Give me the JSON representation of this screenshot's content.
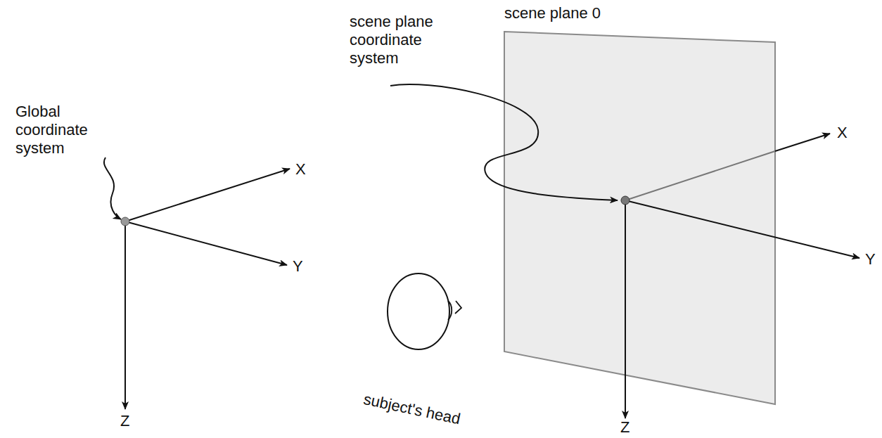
{
  "diagram": {
    "nodes": [
      {
        "text": [
          "scene plane 0"
        ]
      },
      {
        "text": [
          "subject's head"
        ]
      }
    ],
    "labels": [
      "Global coordinate system",
      "X",
      "Y",
      "Z",
      "scene plane coordinate system",
      "X",
      "Y",
      "Z"
    ]
  }
}
